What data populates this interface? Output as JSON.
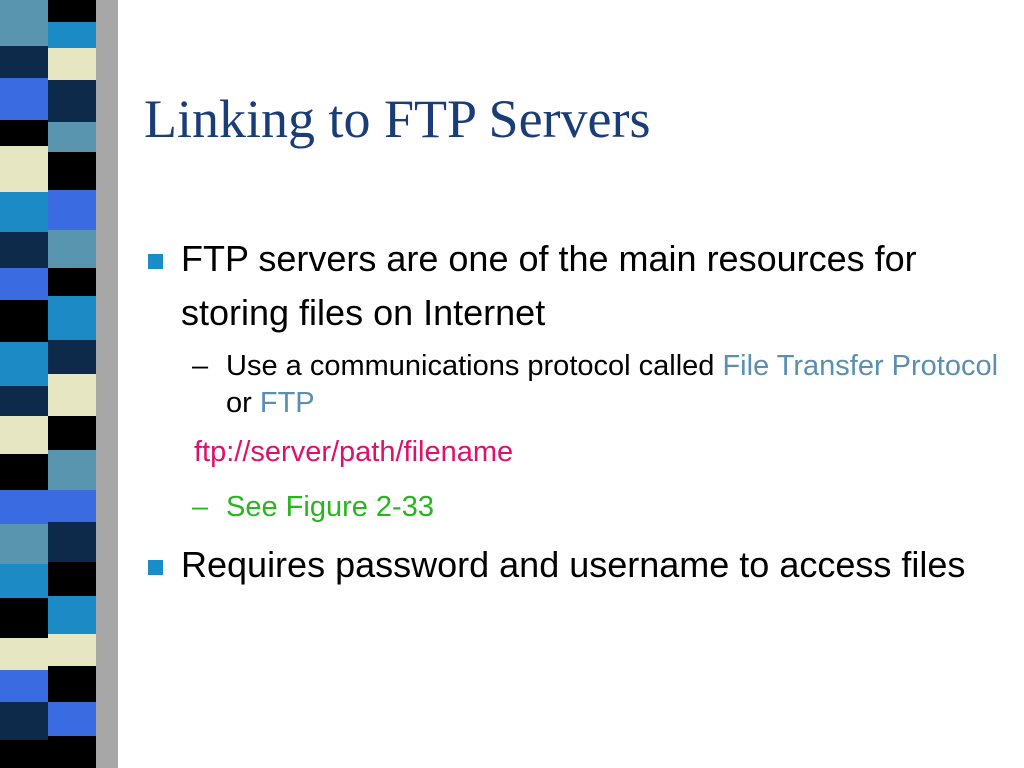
{
  "slide": {
    "title": "Linking to FTP Servers",
    "bullets": [
      {
        "text": "FTP servers are one of the main resources for storing files on Internet",
        "sub": {
          "text_before": "Use a communications protocol called",
          "highlight_1": "File Transfer Protocol",
          "text_middle": "or",
          "highlight_2": "FTP"
        }
      },
      {
        "text": "Requires password and username to access files"
      }
    ],
    "url_line": "ftp://server/path/filename",
    "figure_ref": "See Figure 2-33",
    "dash_glyph": "–"
  },
  "colors": {
    "title": "#1a3d78",
    "bullet_marker": "#1a8cc8",
    "highlight": "#5a8fb0",
    "url": "#e0106a",
    "figure_ref": "#27b61d",
    "strip_tiles": [
      "#5a95b0",
      "#1b8ac5",
      "#0e2a4a",
      "#000000",
      "#e6e6c2",
      "#3a6be0"
    ]
  },
  "icons": {
    "bullet": "square-bullet-icon"
  }
}
